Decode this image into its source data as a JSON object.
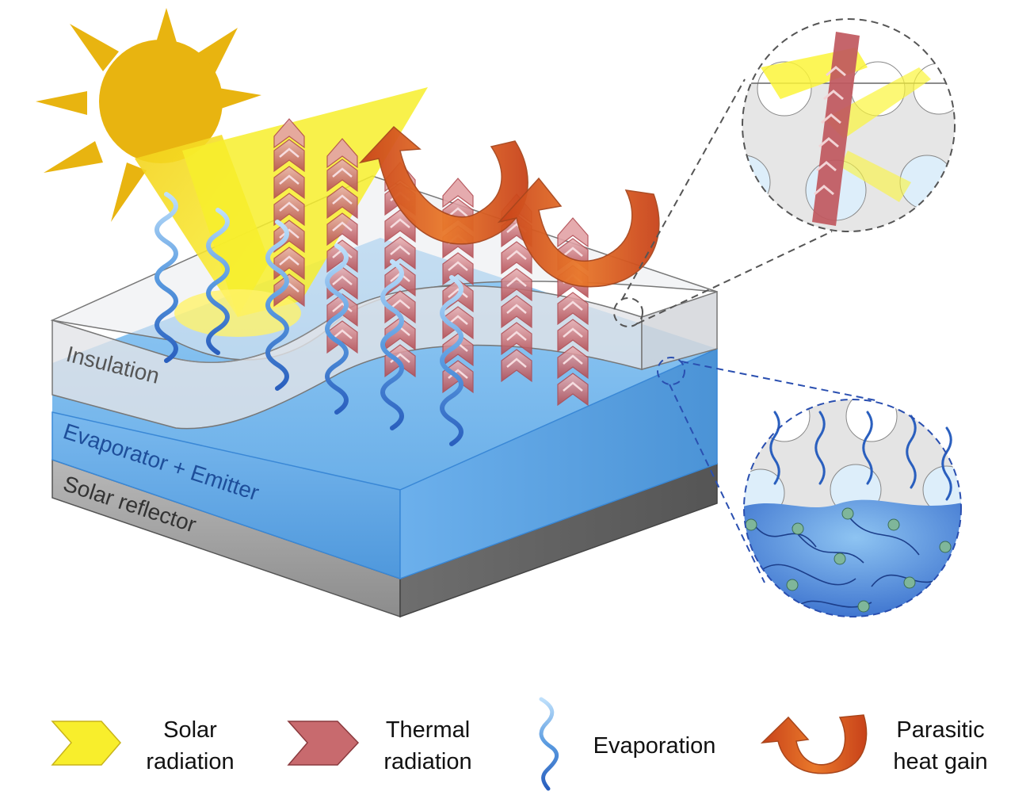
{
  "layers": {
    "insulation": "Insulation",
    "evaporator": "Evaporator + Emitter",
    "reflector": "Solar reflector"
  },
  "legend": {
    "solar": [
      "Solar",
      "radiation"
    ],
    "thermal": [
      "Thermal",
      "radiation"
    ],
    "evaporation": [
      "Evaporation"
    ],
    "parasitic": [
      "Parasitic",
      "heat gain"
    ]
  },
  "colors": {
    "sun": "#e8b410",
    "solar_arrow": "#f6ea2a",
    "thermal_arrow": "#c05a5e",
    "parasitic_arrow": "#d8601c",
    "evaporation_wave": "#3a78d0",
    "water": "#5aa6e6",
    "insulation": "#e4e6ea",
    "reflector": "#9a9a9a"
  },
  "icons": [
    "sun-icon",
    "solar-arrow-icon",
    "thermal-arrow-icon",
    "evaporation-wave-icon",
    "parasitic-heat-arrow-icon",
    "magnifier-circle"
  ]
}
